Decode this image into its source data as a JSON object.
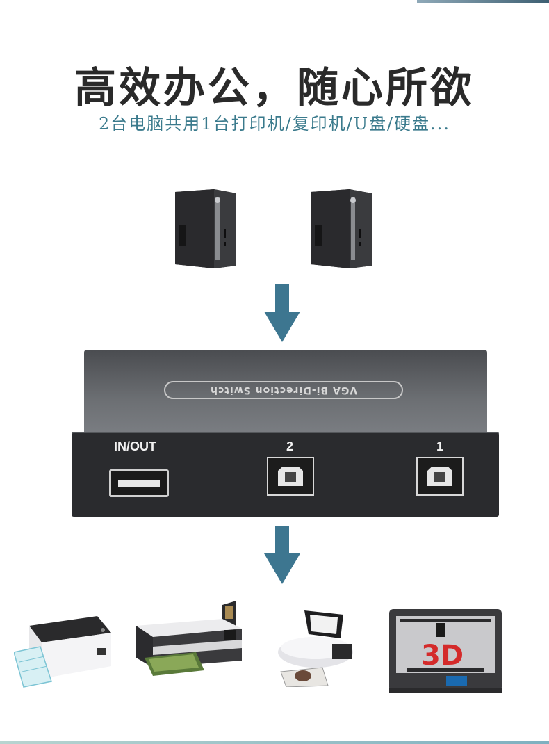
{
  "headline": "高效办公，随心所欲",
  "subline": "2台电脑共用1台打印机/复印机/U盘/硬盘...",
  "switch": {
    "label": "VGA Bi-Direction Switch",
    "port_inout": "IN/OUT",
    "port_2": "2",
    "port_1": "1"
  },
  "printer3d_label": "3D",
  "colors": {
    "headline": "#2a2a2a",
    "subline": "#3a7a8c",
    "arrow": "#3d7690",
    "switch_body": "#2a2b2e"
  },
  "icons": [
    "desktop-tower-icon",
    "down-arrow-icon",
    "usb-switch-icon",
    "label-printer-icon",
    "multifunction-printer-icon",
    "photo-printer-icon",
    "3d-printer-icon"
  ]
}
